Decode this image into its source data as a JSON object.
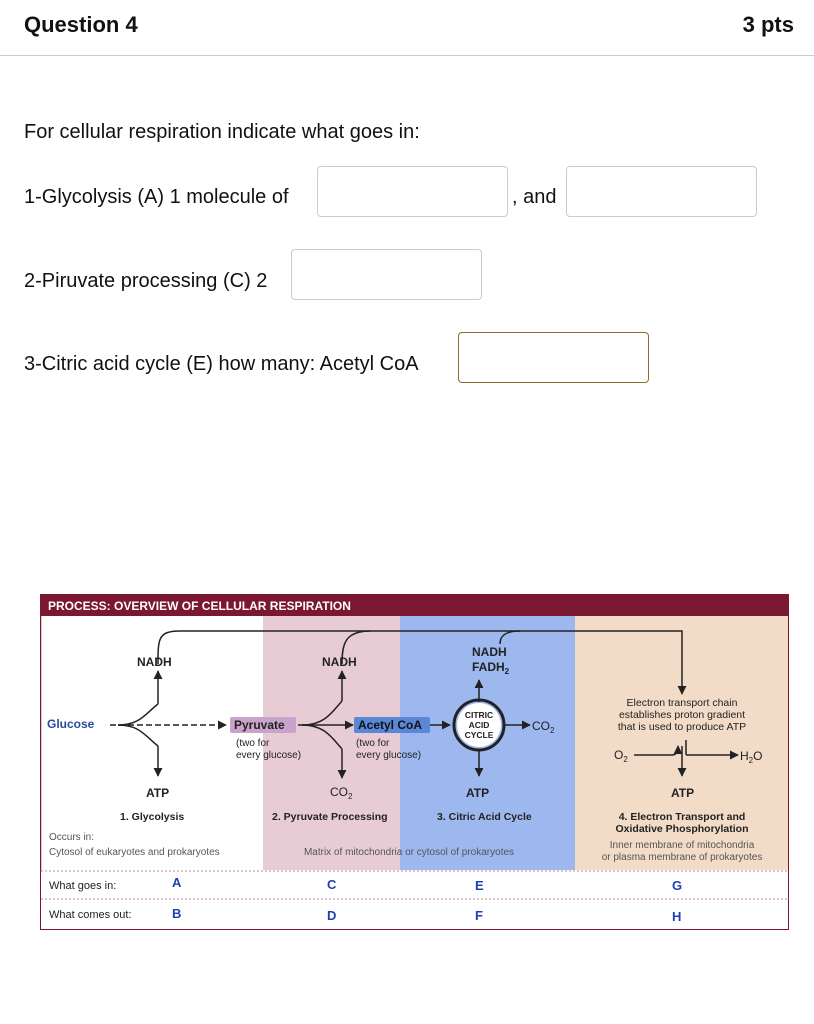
{
  "question": {
    "title": "Question 4",
    "points": "3 pts",
    "prompt": "For cellular respiration indicate what goes in:",
    "line1_label": "1-Glycolysis (A) 1 molecule of",
    "line1_and": ", and",
    "line2_label": "2-Piruvate processing (C) 2",
    "line3_label": "3-Citric acid cycle (E) how many: Acetyl CoA"
  },
  "inputs": {
    "a1": "",
    "a2": "",
    "c": "",
    "e": ""
  },
  "diagram": {
    "banner": "PROCESS: OVERVIEW OF CELLULAR RESPIRATION",
    "colors": {
      "banner": "#7b1730",
      "border": "#7b1730",
      "pyruvate_band": "#e8ccd5",
      "citric_band": "#9db8ee",
      "etc_band": "#f2dcc8",
      "pyruvate_box": "#c9a3c9",
      "acetyl_box": "#5b87d9"
    },
    "glucose": "Glucose",
    "nadh1": "NADH",
    "atp1": "ATP",
    "pyruvate": "Pyruvate",
    "pyruvate_note1": "(two for",
    "pyruvate_note2": "every glucose)",
    "nadh2": "NADH",
    "acetyl": "Acetyl CoA",
    "acetyl_note1": "(two for",
    "acetyl_note2": "every glucose)",
    "co2_a": "CO",
    "co2_a_sub": "2",
    "nadh3": "NADH",
    "fadh": "FADH",
    "fadh_sub": "2",
    "cycle1": "CITRIC",
    "cycle2": "ACID",
    "cycle3": "CYCLE",
    "co2_b": "CO",
    "co2_b_sub": "2",
    "atp3": "ATP",
    "etc1": "Electron transport chain",
    "etc2": "establishes proton gradient",
    "etc3": "that is used to produce ATP",
    "o2": "O",
    "o2_sub": "2",
    "h2o_a": "H",
    "h2o_sub": "2",
    "h2o_b": "O",
    "atp4": "ATP",
    "step1": "1. Glycolysis",
    "step2": "2. Pyruvate Processing",
    "step3": "3. Citric Acid Cycle",
    "step4a": "4. Electron Transport and",
    "step4b": "Oxidative Phosphorylation",
    "occurs_label": "Occurs in:",
    "loc1": "Cytosol of eukaryotes and prokaryotes",
    "loc23": "Matrix of mitochondria or cytosol of prokaryotes",
    "loc4a": "Inner membrane of mitochondria",
    "loc4b": "or plasma membrane of prokaryotes",
    "goes_in": "What goes in:",
    "comes_out": "What comes out:",
    "letters": {
      "A": "A",
      "B": "B",
      "C": "C",
      "D": "D",
      "E": "E",
      "F": "F",
      "G": "G",
      "H": "H"
    },
    "letter_color": "#1f3fb8"
  }
}
